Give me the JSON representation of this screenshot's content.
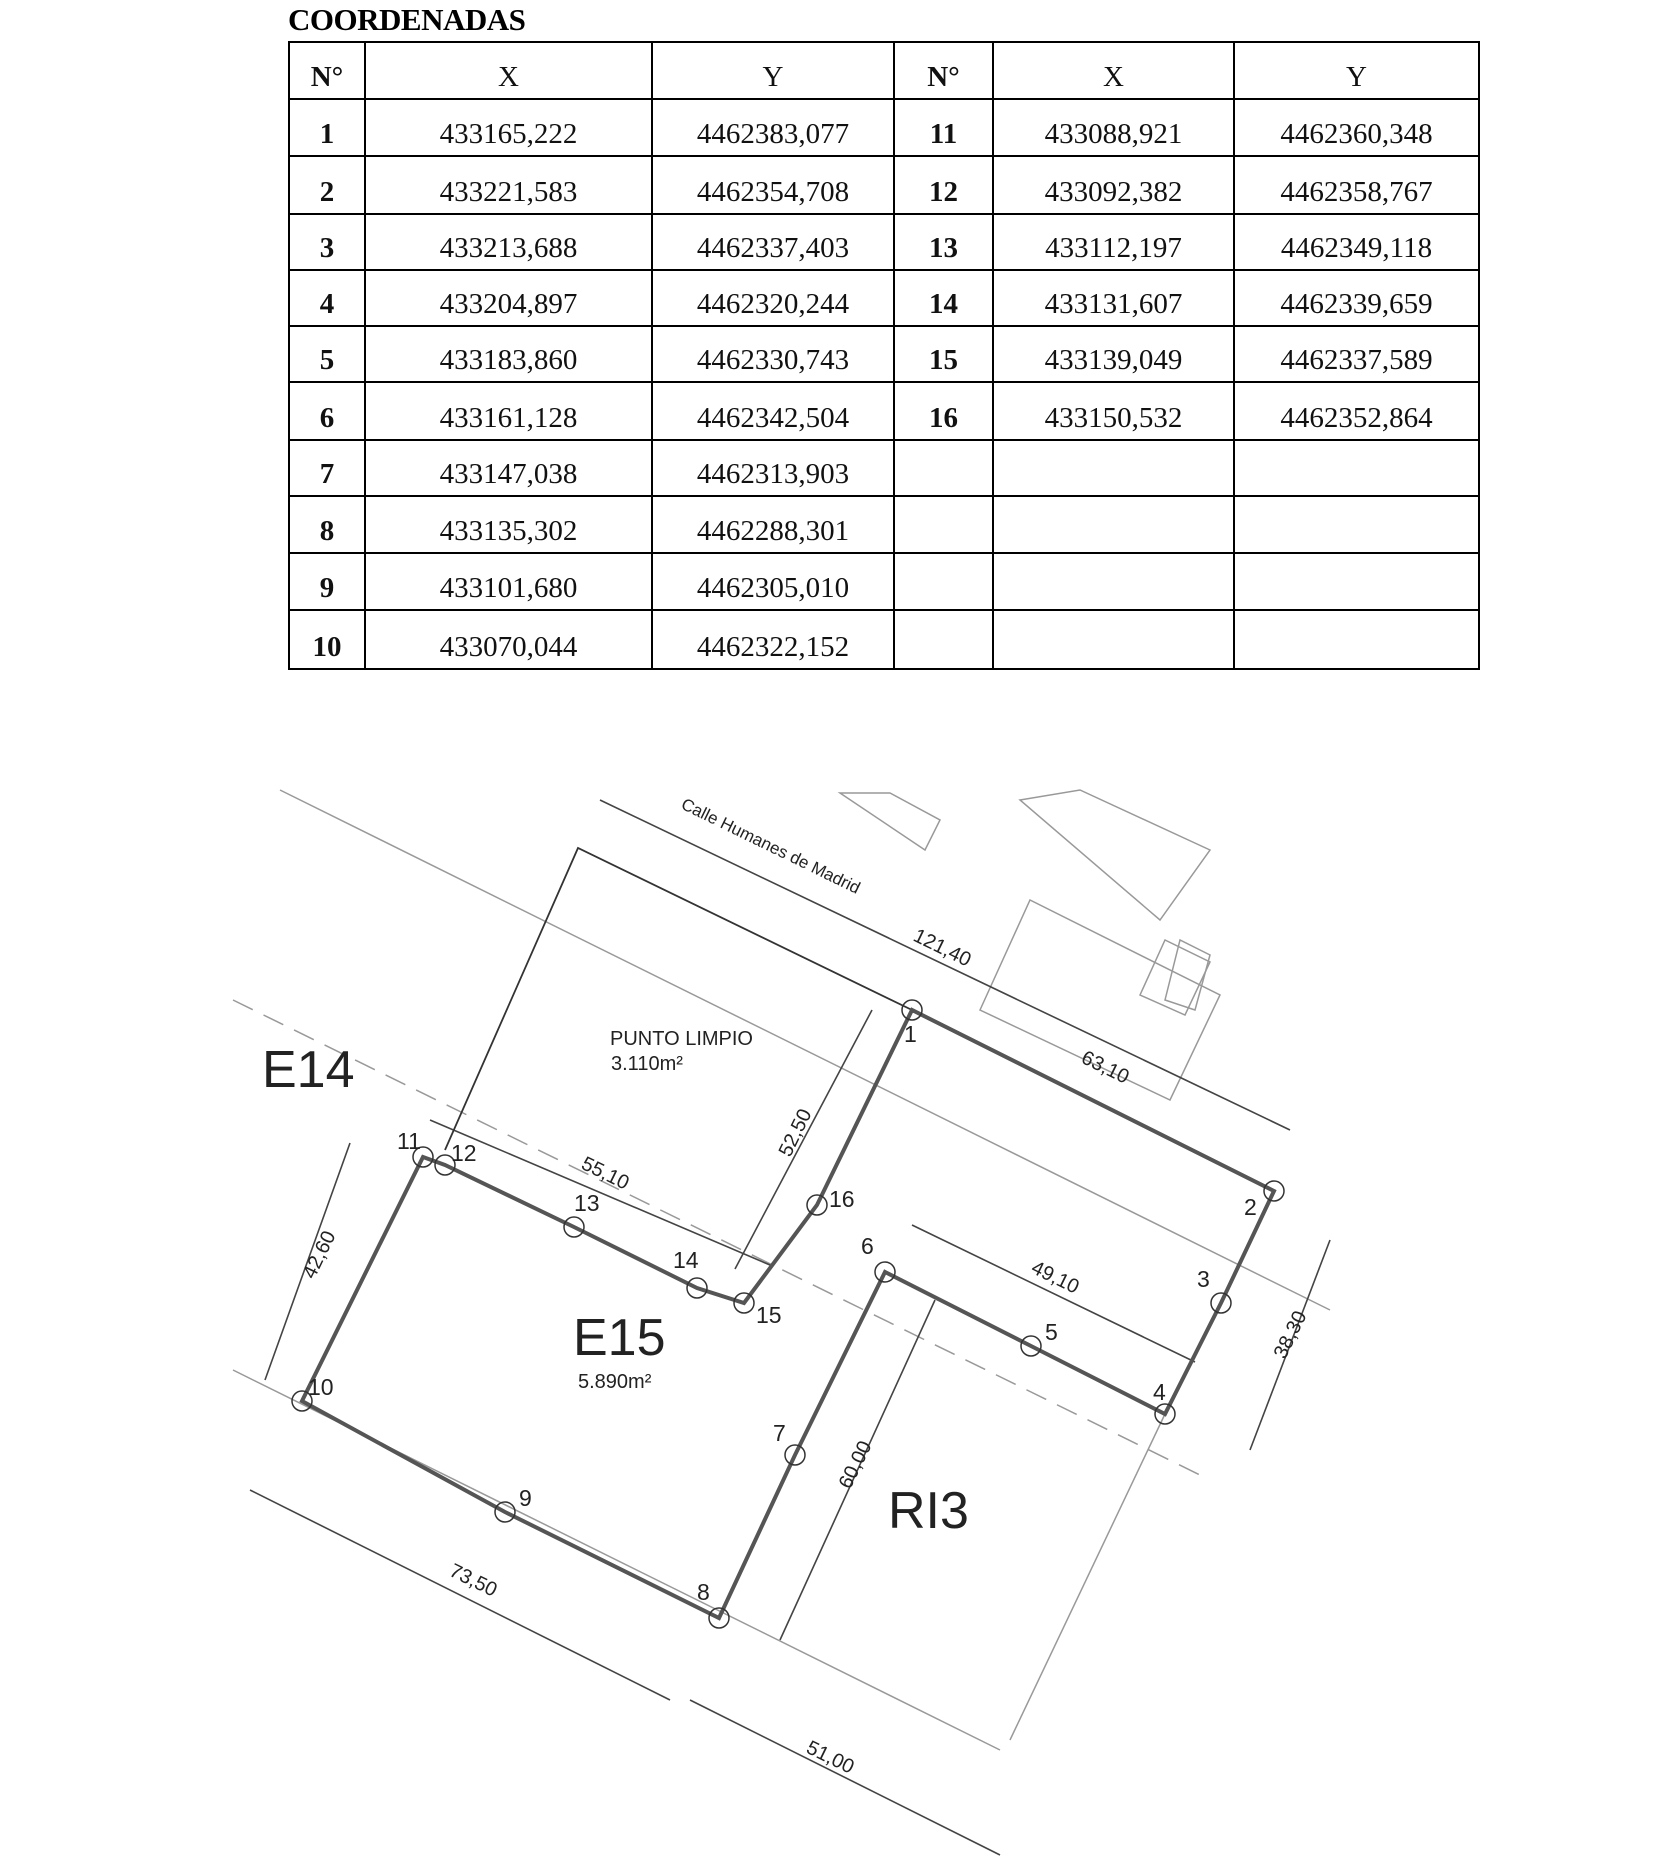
{
  "title": "COORDENADAS",
  "table": {
    "headers": [
      "N°",
      "X",
      "Y",
      "N°",
      "X",
      "Y"
    ],
    "rows": [
      [
        "1",
        "433165,222",
        "4462383,077",
        "11",
        "433088,921",
        "4462360,348"
      ],
      [
        "2",
        "433221,583",
        "4462354,708",
        "12",
        "433092,382",
        "4462358,767"
      ],
      [
        "3",
        "433213,688",
        "4462337,403",
        "13",
        "433112,197",
        "4462349,118"
      ],
      [
        "4",
        "433204,897",
        "4462320,244",
        "14",
        "433131,607",
        "4462339,659"
      ],
      [
        "5",
        "433183,860",
        "4462330,743",
        "15",
        "433139,049",
        "4462337,589"
      ],
      [
        "6",
        "433161,128",
        "4462342,504",
        "16",
        "433150,532",
        "4462352,864"
      ],
      [
        "7",
        "433147,038",
        "4462313,903",
        "",
        "",
        ""
      ],
      [
        "8",
        "433135,302",
        "4462288,301",
        "",
        "",
        ""
      ],
      [
        "9",
        "433101,680",
        "4462305,010",
        "",
        "",
        ""
      ],
      [
        "10",
        "433070,044",
        "4462322,152",
        "",
        "",
        ""
      ]
    ]
  },
  "plan": {
    "street": "Calle Humanes de Madrid",
    "zones": {
      "e14": "E14",
      "e15": "E15",
      "e15_area": "5.890m²",
      "ri3": "RI3",
      "punto": "PUNTO LIMPIO",
      "punto_area": "3.110m²"
    },
    "dimensions": {
      "d121": "121,40",
      "d63": "63,10",
      "d55": "55,10",
      "d52": "52,50",
      "d49": "49,10",
      "d38": "38,30",
      "d42": "42,60",
      "d60": "60,00",
      "d73": "73,50",
      "d51": "51,00"
    },
    "points": [
      "1",
      "2",
      "3",
      "4",
      "5",
      "6",
      "7",
      "8",
      "9",
      "10",
      "11",
      "12",
      "13",
      "14",
      "15",
      "16"
    ]
  }
}
